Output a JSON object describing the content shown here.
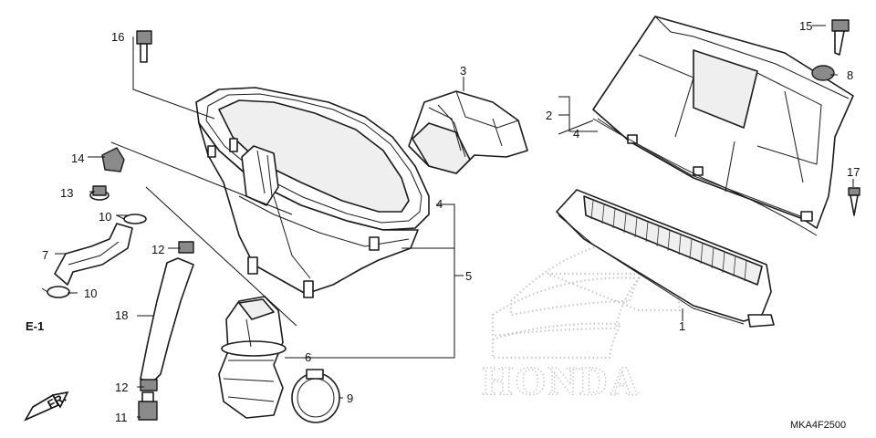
{
  "callouts": {
    "c1": "1",
    "c2": "2",
    "c3": "3",
    "c4a": "4",
    "c4b": "4",
    "c5": "5",
    "c6": "6",
    "c7": "7",
    "c8": "8",
    "c9": "9",
    "c10a": "10",
    "c10b": "10",
    "c11": "11",
    "c12a": "12",
    "c12b": "12",
    "c13": "13",
    "c14": "14",
    "c15": "15",
    "c16": "16",
    "c17": "17",
    "c18": "18"
  },
  "ref_label": "E-1",
  "direction_label": "FR.",
  "watermark_text": "HONDA",
  "diagram_code": "MKA4F2500"
}
